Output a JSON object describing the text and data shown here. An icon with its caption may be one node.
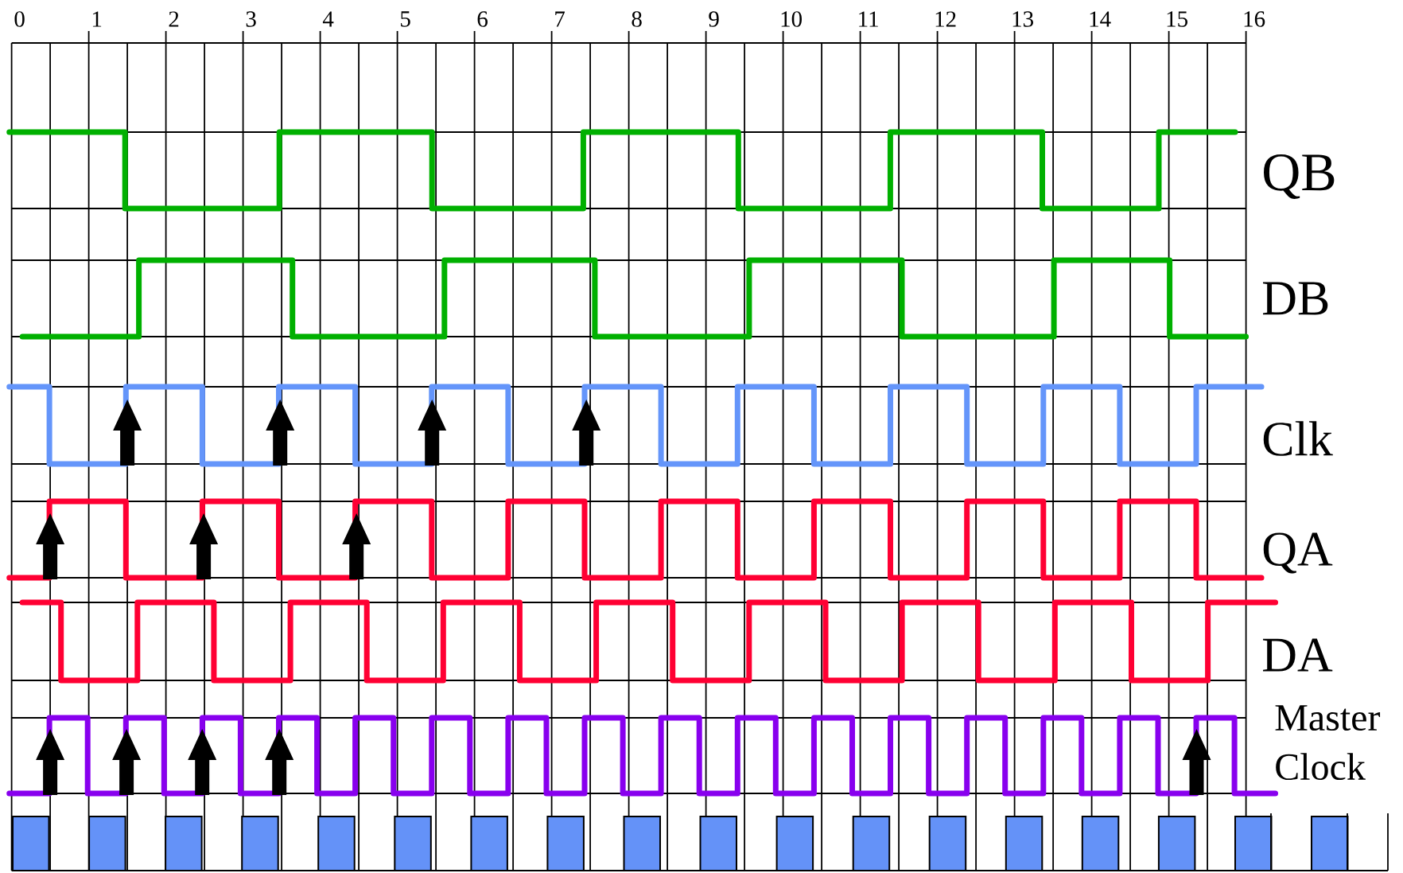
{
  "diagram": {
    "labels": [
      "0",
      "1",
      "2",
      "3",
      "4",
      "5",
      "6",
      "7",
      "8",
      "9",
      "10",
      "11",
      "12",
      "13",
      "14",
      "15",
      "16",
      "QB",
      "DB",
      "Clk",
      "QA",
      "DA",
      "Master Clock"
    ]
  }
}
